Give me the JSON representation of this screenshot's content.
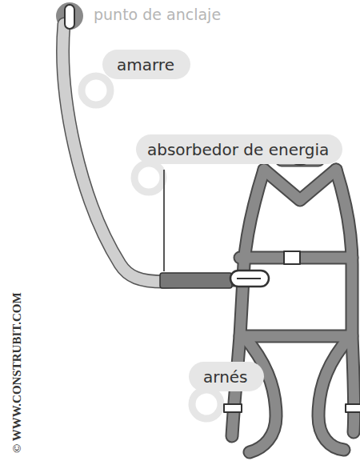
{
  "diagram": {
    "nodes": [
      {
        "text": [
          "amarre"
        ]
      },
      {
        "text": [
          "absorbedor de energia"
        ]
      },
      {
        "text": [
          "arnés"
        ]
      }
    ],
    "labels": [
      "punto de anclaje",
      "© WWW.CONSTRUBIT.COM"
    ]
  }
}
